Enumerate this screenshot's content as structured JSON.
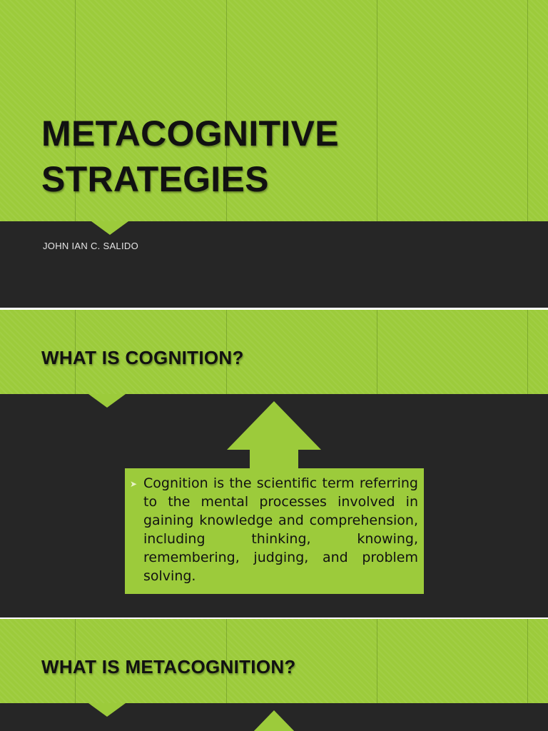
{
  "slides": [
    {
      "title_lines": [
        "METACOGNITIVE",
        "STRATEGIES"
      ],
      "subtitle": "JOHN IAN C. SALIDO"
    },
    {
      "title": "WHAT IS COGNITION?",
      "bullet_icon": "arrow-bullet-icon",
      "bullet": "Cognition is the scientific term referring to the mental processes involved in gaining knowledge and comprehension, including thinking, knowing, remembering, judging, and problem solving."
    },
    {
      "title": "WHAT IS METACOGNITION?"
    }
  ],
  "colors": {
    "accent_green": "#9ccb3b",
    "dark_band": "#262626",
    "title_text": "#111111",
    "subtitle_text": "#e6e6e6"
  }
}
